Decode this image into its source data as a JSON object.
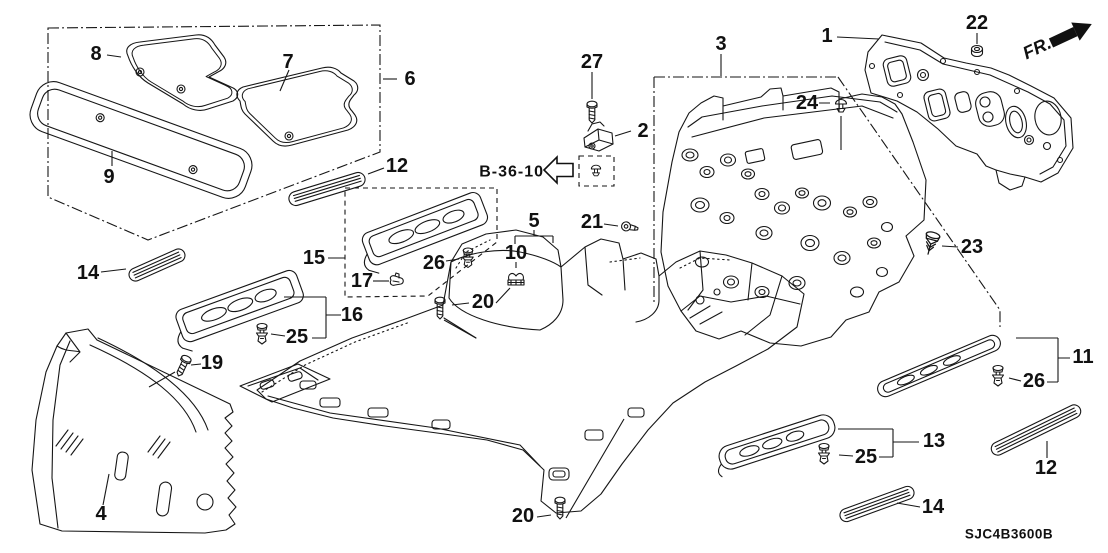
{
  "diagram_code": "SJC4B3600B",
  "reference_label": "B-36-10",
  "direction_label": "FR.",
  "colors": {
    "ink": "#161616",
    "background": "#ffffff"
  },
  "callouts": [
    {
      "label": "8"
    },
    {
      "label": "7"
    },
    {
      "label": "6"
    },
    {
      "label": "9"
    },
    {
      "label": "12"
    },
    {
      "label": "14"
    },
    {
      "label": "15"
    },
    {
      "label": "17"
    },
    {
      "label": "26"
    },
    {
      "label": "16"
    },
    {
      "label": "25"
    },
    {
      "label": "20"
    },
    {
      "label": "19"
    },
    {
      "label": "4"
    },
    {
      "label": "27"
    },
    {
      "label": "2"
    },
    {
      "label": "3"
    },
    {
      "label": "24"
    },
    {
      "label": "1"
    },
    {
      "label": "22"
    },
    {
      "label": "23"
    },
    {
      "label": "21"
    },
    {
      "label": "5"
    },
    {
      "label": "10"
    },
    {
      "label": "11"
    },
    {
      "label": "26"
    },
    {
      "label": "13"
    },
    {
      "label": "25"
    },
    {
      "label": "12"
    },
    {
      "label": "14"
    },
    {
      "label": "20"
    }
  ]
}
